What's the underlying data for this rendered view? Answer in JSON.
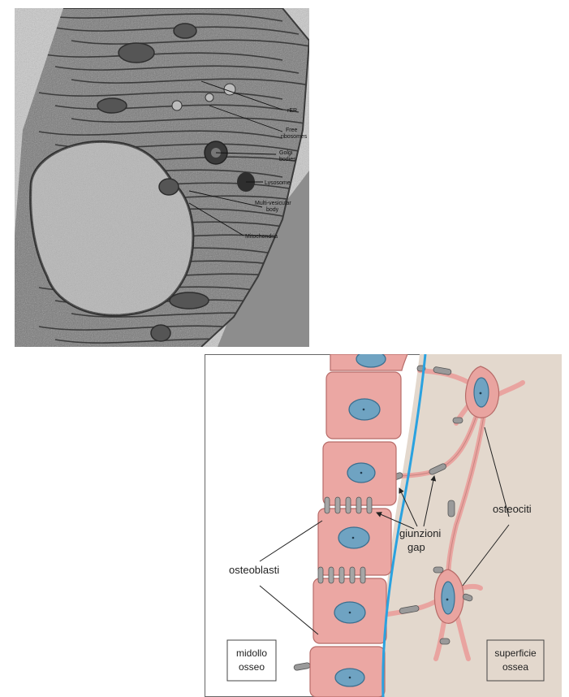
{
  "micrograph": {
    "labels": {
      "rer": "rER",
      "free_ribosomes_1": "Free",
      "free_ribosomes_2": "ribosomes",
      "golgi_1": "Golgi",
      "golgi_2": "bodies",
      "lysosome": "Lysosome",
      "mvb_1": "Multi-vesicular",
      "mvb_2": "body",
      "mitochondria": "Mitochondria"
    }
  },
  "diagram": {
    "labels": {
      "osteoblasti": "osteoblasti",
      "giunzioni": "giunzioni",
      "gap": "gap",
      "osteociti": "osteociti",
      "midollo": "midollo",
      "osseo": "osseo",
      "superficie": "superficie",
      "ossea": "ossea"
    },
    "colors": {
      "bone_matrix": "#e3d8cd",
      "cell_fill": "#eba7a3",
      "cell_stroke": "#b76b68",
      "nucleus": "#6fa3c2",
      "nucleus_stroke": "#3b6f8f",
      "membrane": "#2aa2e0",
      "gap_junction": "#9a9a9a"
    }
  }
}
